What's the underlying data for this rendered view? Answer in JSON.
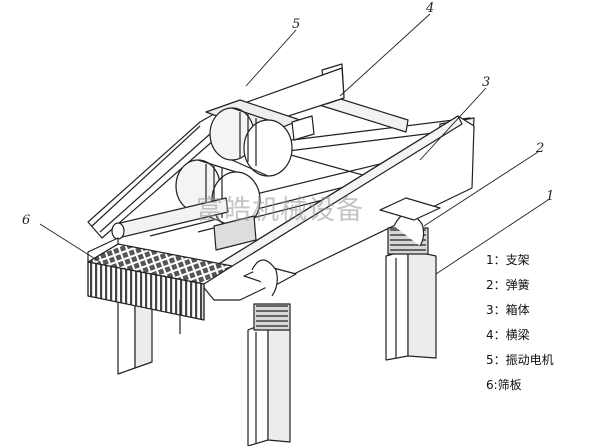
{
  "callouts": [
    {
      "number": "1"
    },
    {
      "number": "2"
    },
    {
      "number": "3"
    },
    {
      "number": "4"
    },
    {
      "number": "5"
    },
    {
      "number": "6"
    }
  ],
  "legend": [
    {
      "text": "1：支架"
    },
    {
      "text": "2：弹簧"
    },
    {
      "text": "3：箱体"
    },
    {
      "text": "4：横梁"
    },
    {
      "text": "5：振动电机"
    },
    {
      "text": "6:筛板"
    }
  ],
  "watermark": "富皓机械设备",
  "colors": {
    "line": "#222222",
    "fill": "#ffffff",
    "shade": "#d8d8d8"
  }
}
